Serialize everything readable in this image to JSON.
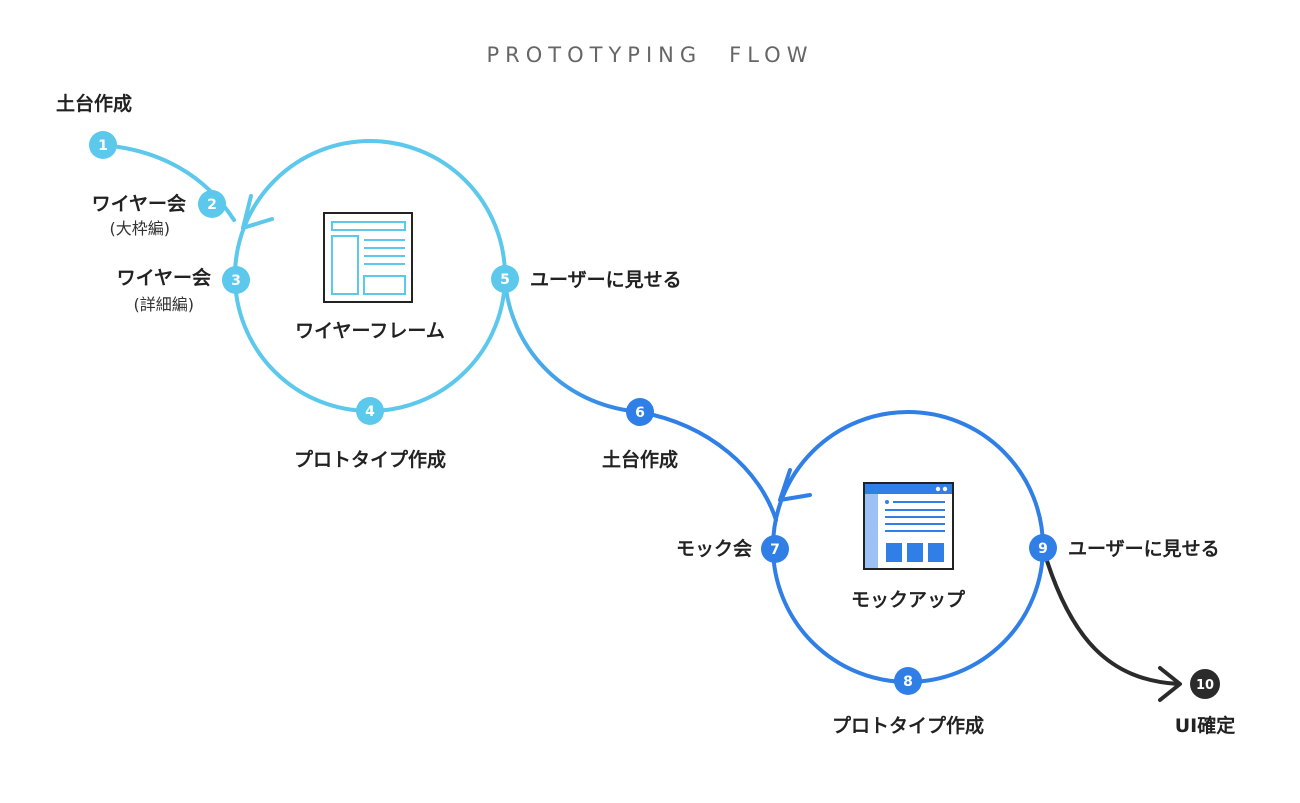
{
  "title": "PROTOTYPING　FLOW",
  "colors": {
    "light": "#5bc8ec",
    "blue": "#2f7fe6",
    "dark": "#2b2b2b",
    "text": "#222222",
    "title": "#666666"
  },
  "cycles": [
    {
      "name": "wireframe",
      "label": "ワイヤーフレーム",
      "icon": "wireframe-icon"
    },
    {
      "name": "mockup",
      "label": "モックアップ",
      "icon": "mockup-icon"
    }
  ],
  "steps": [
    {
      "number": "1",
      "label": "土台作成",
      "sublabel": ""
    },
    {
      "number": "2",
      "label": "ワイヤー会",
      "sublabel": "(大枠編)"
    },
    {
      "number": "3",
      "label": "ワイヤー会",
      "sublabel": "(詳細編)"
    },
    {
      "number": "4",
      "label": "プロトタイプ作成",
      "sublabel": ""
    },
    {
      "number": "5",
      "label": "ユーザーに見せる",
      "sublabel": ""
    },
    {
      "number": "6",
      "label": "土台作成",
      "sublabel": ""
    },
    {
      "number": "7",
      "label": "モック会",
      "sublabel": ""
    },
    {
      "number": "8",
      "label": "プロトタイプ作成",
      "sublabel": ""
    },
    {
      "number": "9",
      "label": "ユーザーに見せる",
      "sublabel": ""
    },
    {
      "number": "10",
      "label": "UI確定",
      "sublabel": ""
    }
  ]
}
